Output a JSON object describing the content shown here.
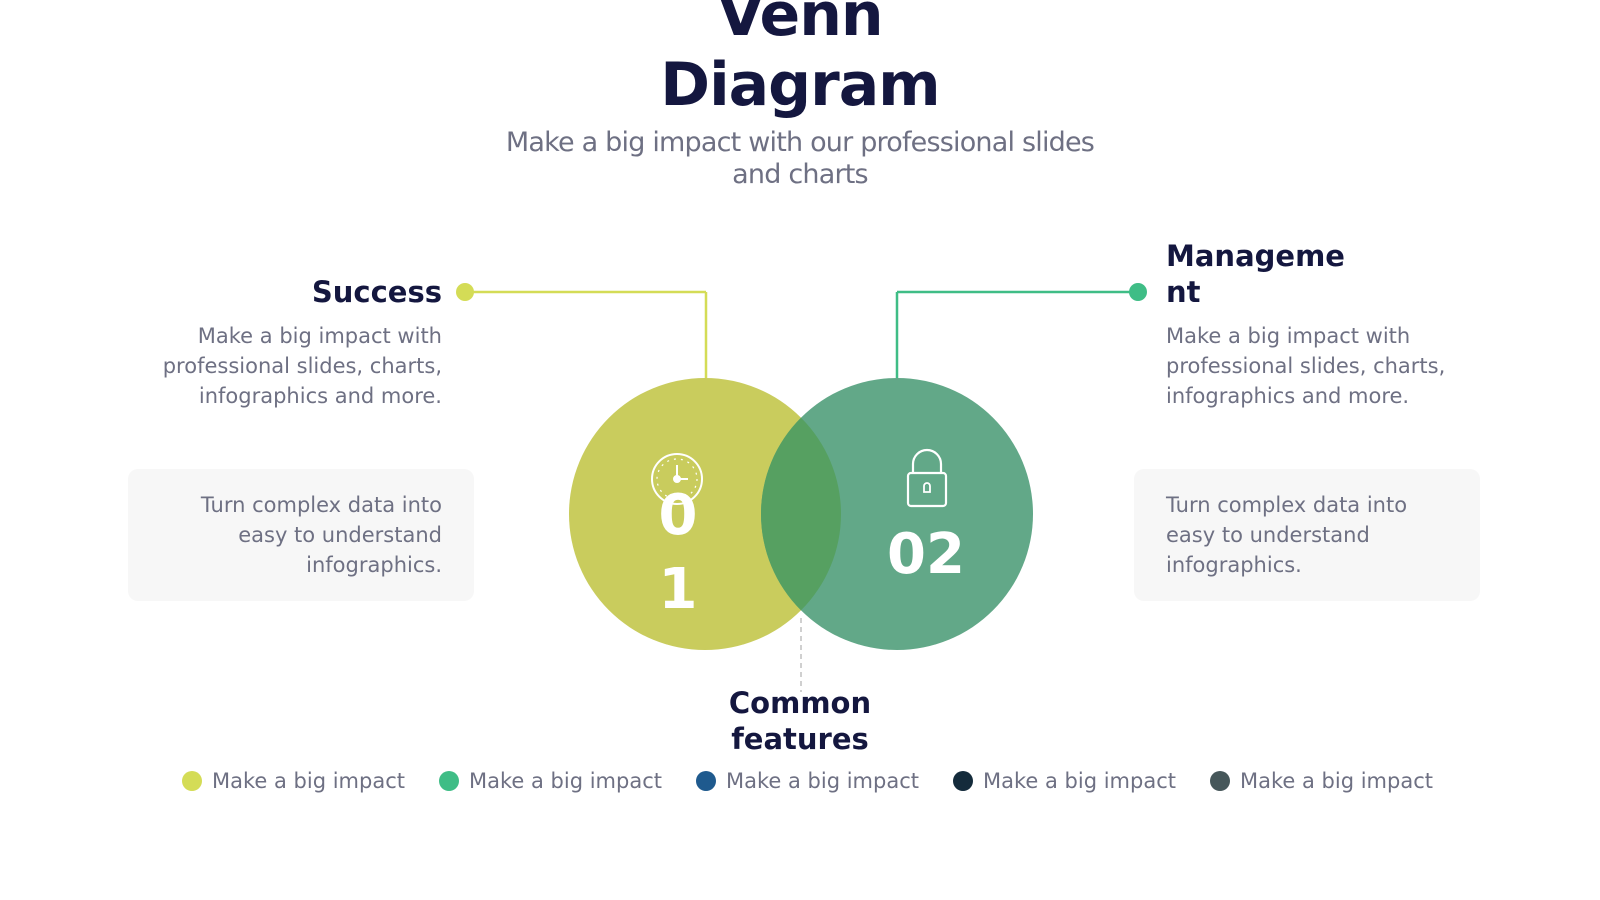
{
  "title": "Venn Diagram",
  "subtitle": "Make a big impact with our professional slides and charts",
  "left": {
    "heading": "Success",
    "description": "Make a big impact with professional slides, charts, infographics and more.",
    "card_text": "Turn complex data into easy to understand infographics.",
    "number": "01",
    "icon": "clock-icon",
    "color": "#c9cc5d"
  },
  "right": {
    "heading": "Management",
    "description": "Make a big impact with professional slides, charts, infographics and more.",
    "card_text": "Turn complex data into easy to understand infographics.",
    "number": "02",
    "icon": "lock-icon",
    "color": "#62a888"
  },
  "common": {
    "label": "Common features",
    "overlap_color": "#56a061"
  },
  "legend": [
    {
      "label": "Make a big impact",
      "color": "#d4dc56"
    },
    {
      "label": "Make a big impact",
      "color": "#3fbd86"
    },
    {
      "label": "Make a big impact",
      "color": "#1f5a8e"
    },
    {
      "label": "Make a big impact",
      "color": "#142b3b"
    },
    {
      "label": "Make a big impact",
      "color": "#46575a"
    }
  ]
}
